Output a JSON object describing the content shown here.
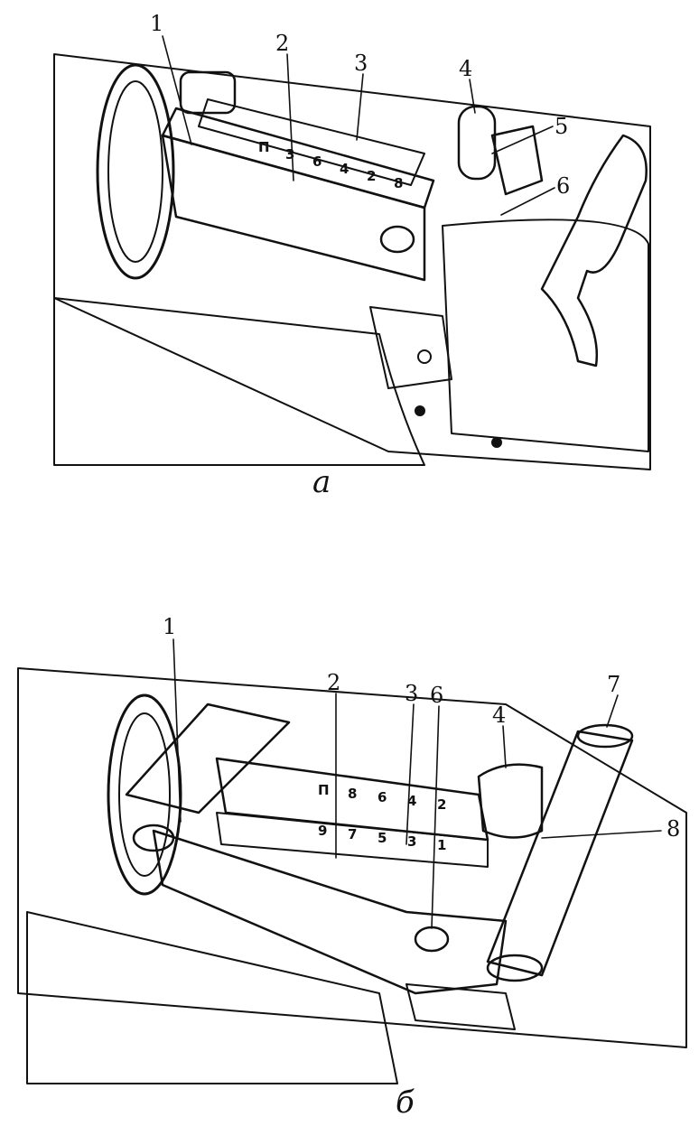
{
  "figure_a": {
    "caption": "а",
    "callouts": [
      "1",
      "2",
      "3",
      "4",
      "5",
      "6"
    ],
    "scale_marks": [
      "П",
      "3",
      "6",
      "4",
      "2",
      "8"
    ]
  },
  "figure_b": {
    "caption": "б",
    "callouts": [
      "1",
      "2",
      "3",
      "6",
      "4",
      "7",
      "8"
    ],
    "scale_top": [
      "П",
      "8",
      "6",
      "4",
      "2"
    ],
    "scale_bottom": [
      "9",
      "7",
      "5",
      "3",
      "1"
    ]
  },
  "colors": {
    "ink": "#111111",
    "paper": "#ffffff"
  }
}
